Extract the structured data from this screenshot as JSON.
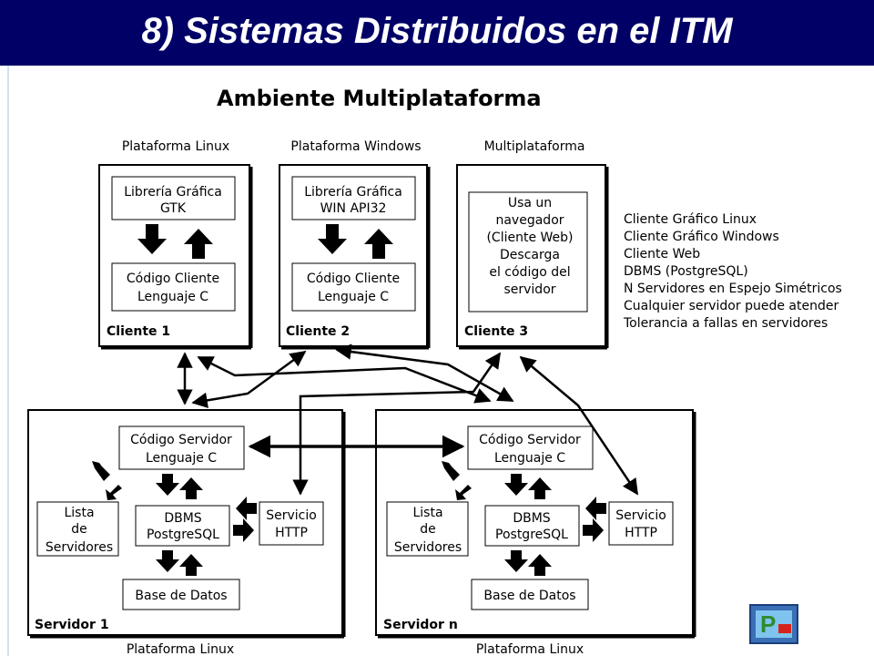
{
  "slide": {
    "title": "8) Sistemas Distribuidos en el ITM",
    "colors": {
      "title_bar": "#000066",
      "title_text": "#ffffff"
    }
  },
  "diagram": {
    "heading": "Ambiente Multiplataforma",
    "clients": [
      {
        "platform": "Plataforma Linux",
        "lib_lines": [
          "Librería Gráfica",
          "GTK"
        ],
        "code_lines": [
          "Código Cliente",
          "Lenguaje C"
        ],
        "label": "Cliente 1"
      },
      {
        "platform": "Plataforma Windows",
        "lib_lines": [
          "Librería Gráfica",
          "WIN API32"
        ],
        "code_lines": [
          "Código Cliente",
          "Lenguaje C"
        ],
        "label": "Cliente 2"
      },
      {
        "platform": "Multiplataforma",
        "text_lines": [
          "Usa un",
          "navegador",
          "(Cliente Web)",
          "Descarga",
          "el código del",
          "servidor"
        ],
        "label": "Cliente 3"
      }
    ],
    "features": [
      "Cliente Gráfico Linux",
      "Cliente Gráfico Windows",
      "Cliente Web",
      "DBMS (PostgreSQL)",
      "N Servidores en Espejo Simétricos",
      "Cualquier servidor puede atender",
      "Tolerancia a fallas en servidores"
    ],
    "servers": [
      {
        "label": "Servidor 1",
        "platform": "Plataforma Linux",
        "code_lines": [
          "Código Servidor",
          "Lenguaje C"
        ],
        "list_lines": [
          "Lista",
          "de",
          "Servidores"
        ],
        "dbms_lines": [
          "DBMS",
          "PostgreSQL"
        ],
        "http_lines": [
          "Servicio",
          "HTTP"
        ],
        "db": "Base de Datos"
      },
      {
        "label": "Servidor n",
        "platform": "Plataforma Linux",
        "code_lines": [
          "Código Servidor",
          "Lenguaje C"
        ],
        "list_lines": [
          "Lista",
          "de",
          "Servidores"
        ],
        "dbms_lines": [
          "DBMS",
          "PostgreSQL"
        ],
        "http_lines": [
          "Servicio",
          "HTTP"
        ],
        "db": "Base de Datos"
      }
    ]
  },
  "logo": {
    "name": "itm-logo"
  }
}
